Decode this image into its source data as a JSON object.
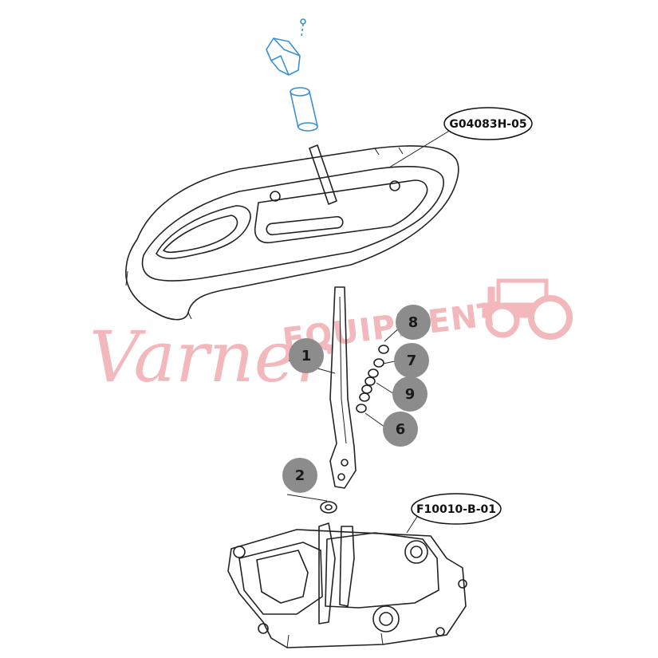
{
  "watermark": {
    "script_text": "Varner",
    "block_text": "EQUIPMENT",
    "color": "#f2b8bb"
  },
  "reference_labels": {
    "upper": "G04083H-05",
    "lower": "F10010-B-01"
  },
  "callouts": [
    {
      "id": "1",
      "label": "1"
    },
    {
      "id": "2",
      "label": "2"
    },
    {
      "id": "6",
      "label": "6"
    },
    {
      "id": "7",
      "label": "7"
    },
    {
      "id": "8",
      "label": "8"
    },
    {
      "id": "9",
      "label": "9"
    }
  ],
  "colors": {
    "callout_fill": "#8c8c8c",
    "line": "#222222",
    "highlight_part": "#3a8fd6"
  }
}
